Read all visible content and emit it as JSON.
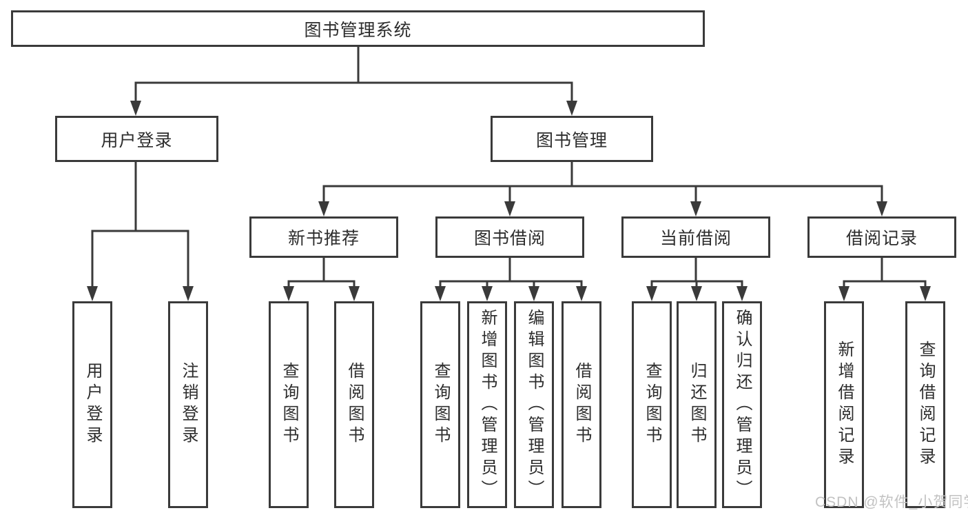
{
  "diagram": {
    "type": "hierarchy-tree",
    "colors": {
      "line": "#3a3a3a",
      "box_border": "#3a3a3a",
      "text": "#2d2d2d",
      "background": "#ffffff",
      "watermark": "#c2c2c2"
    },
    "root": {
      "label": "图书管理系统"
    },
    "level2": [
      {
        "label": "用户登录"
      },
      {
        "label": "图书管理"
      }
    ],
    "level3": [
      {
        "label": "新书推荐"
      },
      {
        "label": "图书借阅"
      },
      {
        "label": "当前借阅"
      },
      {
        "label": "借阅记录"
      }
    ],
    "leaves": {
      "user_login": [
        {
          "label": "用户登录"
        },
        {
          "label": "注销登录"
        }
      ],
      "new_book": [
        {
          "label": "查询图书"
        },
        {
          "label": "借阅图书"
        }
      ],
      "book_borrow": [
        {
          "label": "查询图书"
        },
        {
          "label": "新增图书（管理员）"
        },
        {
          "label": "编辑图书（管理员）"
        },
        {
          "label": "借阅图书"
        }
      ],
      "current_borrow": [
        {
          "label": "查询图书"
        },
        {
          "label": "归还图书"
        },
        {
          "label": "确认归还（管理员）"
        }
      ],
      "borrow_record": [
        {
          "label": "新增借阅记录"
        },
        {
          "label": "查询借阅记录"
        }
      ]
    },
    "watermark": "CSDN @软件_小贺同学"
  }
}
